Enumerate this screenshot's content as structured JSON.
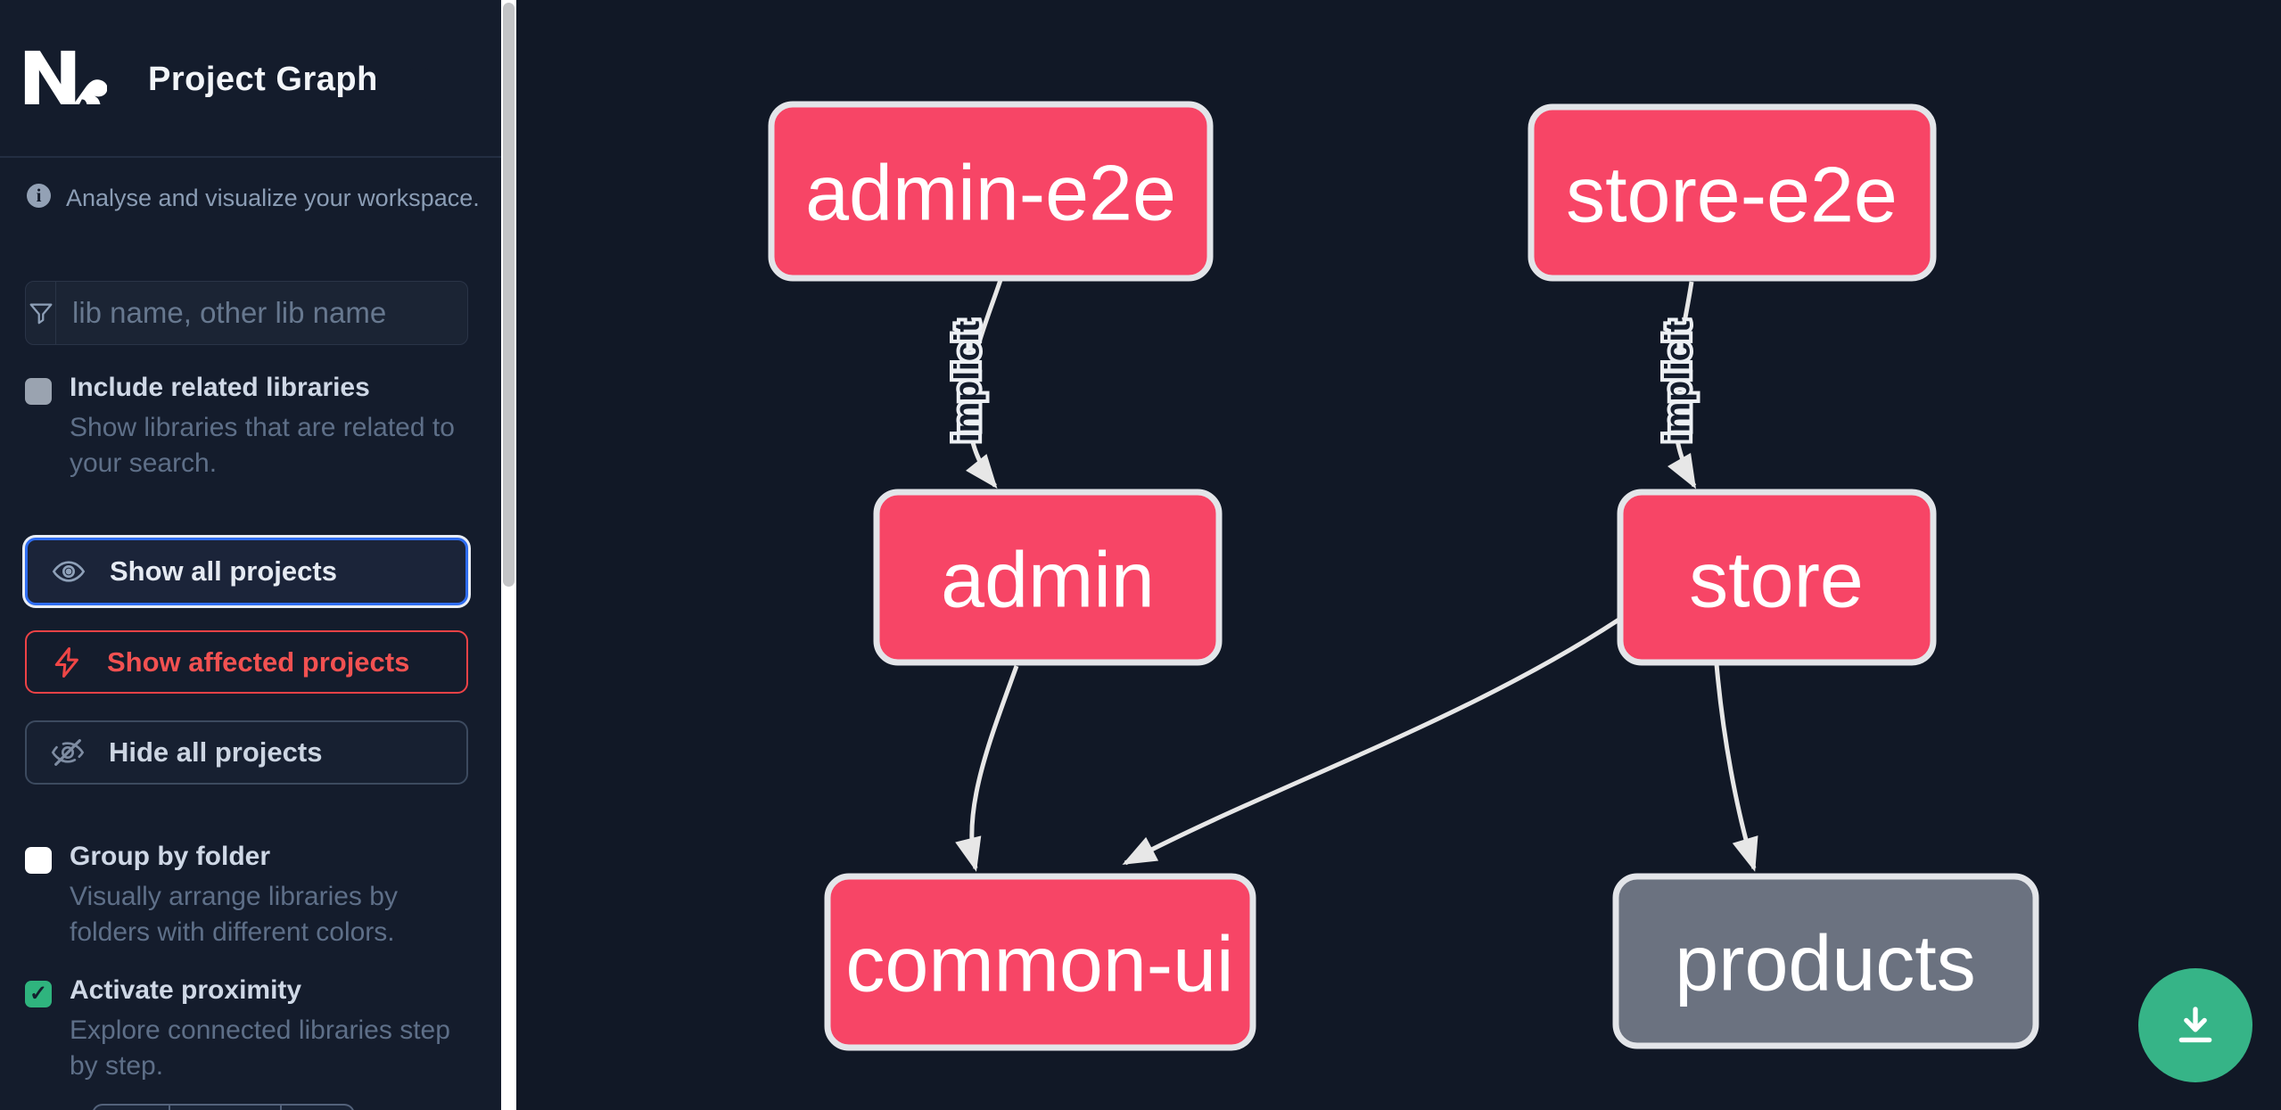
{
  "app": {
    "logo_text": "Nx",
    "title": "Project Graph"
  },
  "info_bar": {
    "text": "Analyse and visualize your workspace."
  },
  "search": {
    "placeholder": "lib name, other lib name",
    "value": ""
  },
  "options": {
    "include_related": {
      "label": "Include related libraries",
      "description": "Show libraries that are related to your search.",
      "checked": false
    },
    "group_by_folder": {
      "label": "Group by folder",
      "description": "Visually arrange libraries by folders with different colors.",
      "checked": false
    },
    "activate_proximity": {
      "label": "Activate proximity",
      "description": "Explore connected libraries step by step.",
      "checked": true
    }
  },
  "actions": {
    "show_all": {
      "label": "Show all projects",
      "icon": "eye-icon",
      "active": true
    },
    "show_affected": {
      "label": "Show affected projects",
      "icon": "bolt-icon",
      "active": false
    },
    "hide_all": {
      "label": "Hide all projects",
      "icon": "eye-slash-icon",
      "active": false
    }
  },
  "graph": {
    "nodes": [
      {
        "label": "admin-e2e",
        "state": "affected"
      },
      {
        "label": "store-e2e",
        "state": "affected"
      },
      {
        "label": "admin",
        "state": "affected"
      },
      {
        "label": "store",
        "state": "affected"
      },
      {
        "label": "common-ui",
        "state": "affected"
      },
      {
        "label": "products",
        "state": "default"
      }
    ],
    "edges": [
      {
        "from": "admin-e2e",
        "to": "admin",
        "label": "implicit"
      },
      {
        "from": "store-e2e",
        "to": "store",
        "label": "implicit"
      },
      {
        "from": "admin",
        "to": "common-ui",
        "label": ""
      },
      {
        "from": "store",
        "to": "common-ui",
        "label": ""
      },
      {
        "from": "store",
        "to": "products",
        "label": ""
      }
    ]
  },
  "download": {
    "icon": "download-icon"
  },
  "colors": {
    "affected_node": "#f74566",
    "default_node": "#6b7280",
    "node_border": "#e3e5e9",
    "edge": "#e7e7e7",
    "accent_green": "#2fbe8f",
    "focus_blue": "#2e6cf0",
    "danger_red": "#ee4246",
    "download_green": "#36b487"
  }
}
